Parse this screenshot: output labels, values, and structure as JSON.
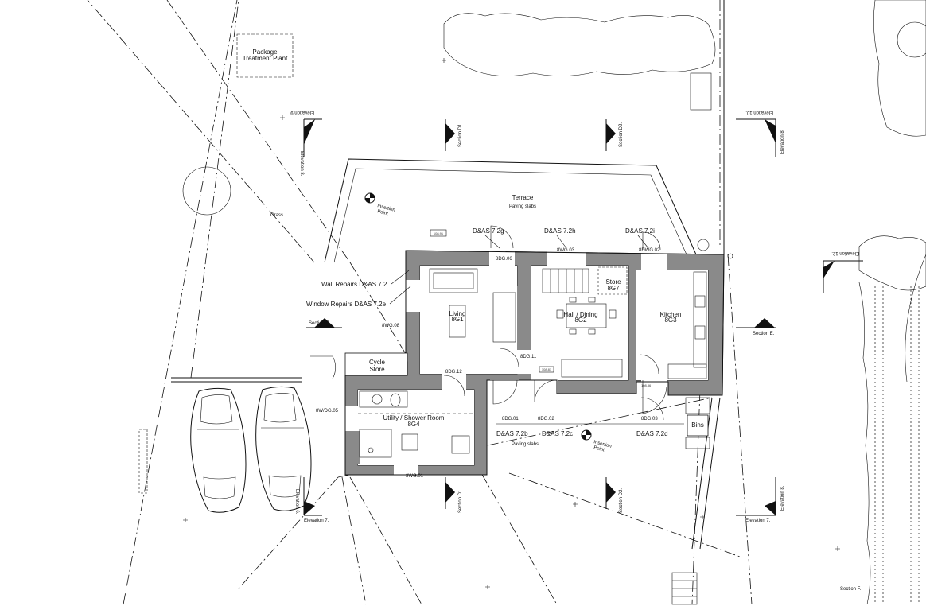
{
  "labels": {
    "package_plant_line1": "Package",
    "package_plant_line2": "Treatment Plant",
    "terrace": "Terrace",
    "paving_slabs_top": "Paving slabs",
    "paving_slabs_bottom": "Paving slabs",
    "insertion_point_top_1": "Insertion",
    "insertion_point_top_2": "Point",
    "insertion_point_bottom_1": "Insertion",
    "insertion_point_bottom_2": "Point",
    "grass": "Grass",
    "wall_repairs": "Wall Repairs D&AS 7.2",
    "window_repairs": "Window Repairs D&AS 7.2e",
    "living_name": "Living",
    "living_code": "8G1",
    "hall_name": "Hall / Dining",
    "hall_code": "8G2",
    "store_name": "Store",
    "store_code": "8G7",
    "kitchen_name": "Kitchen",
    "kitchen_code": "8G3",
    "utility_name": "Utility / Shower Room",
    "utility_code": "8G4",
    "cycle_store_1": "Cycle",
    "cycle_store_2": "Store",
    "bins": "Bins",
    "das_72g": "D&AS 7.2g",
    "das_72h": "D&AS 7.2h",
    "das_72i": "D&AS 7.2i",
    "das_72b": "D&AS 7.2b",
    "das_72c": "D&AS 7.2c",
    "das_72d": "D&AS 7.2d",
    "dg06": "8DG.06",
    "wg03": "8WG.03",
    "wg02": "8DWG.02",
    "wg08": "8WG.08",
    "dg11": "8DG.11",
    "dg12": "8DG.12",
    "wdg05": "8W/DG.05",
    "dg01": "8DG.01",
    "dg02": "8DG.02",
    "dg03": "8DG.03",
    "wg01": "8WG.01",
    "section_d1_top": "Section D1.",
    "section_d2_top": "Section D2.",
    "section_d1_bottom": "Section D1.",
    "section_d2_bottom": "Section D2.",
    "section_e_left": "Section E.",
    "section_e_right": "Section E.",
    "elevation_9": "Elevation 9.",
    "elevation_8_left": "Elevation 8.",
    "elevation_8_right": "Elevation 8.",
    "elevation_8_bottom": "Elevation 8.",
    "elevation_6": "Elevation 6.",
    "elevation_7_left": "Elevation 7.",
    "elevation_7_right": "Elevation 7.",
    "elevation_10": "Elevation 10.",
    "elevation_12": "Elevation 12.",
    "section_f": "Section F.",
    "spot_108_91": "108.91",
    "spot_108_81": "108.81",
    "spot_108_86": "108.86"
  }
}
